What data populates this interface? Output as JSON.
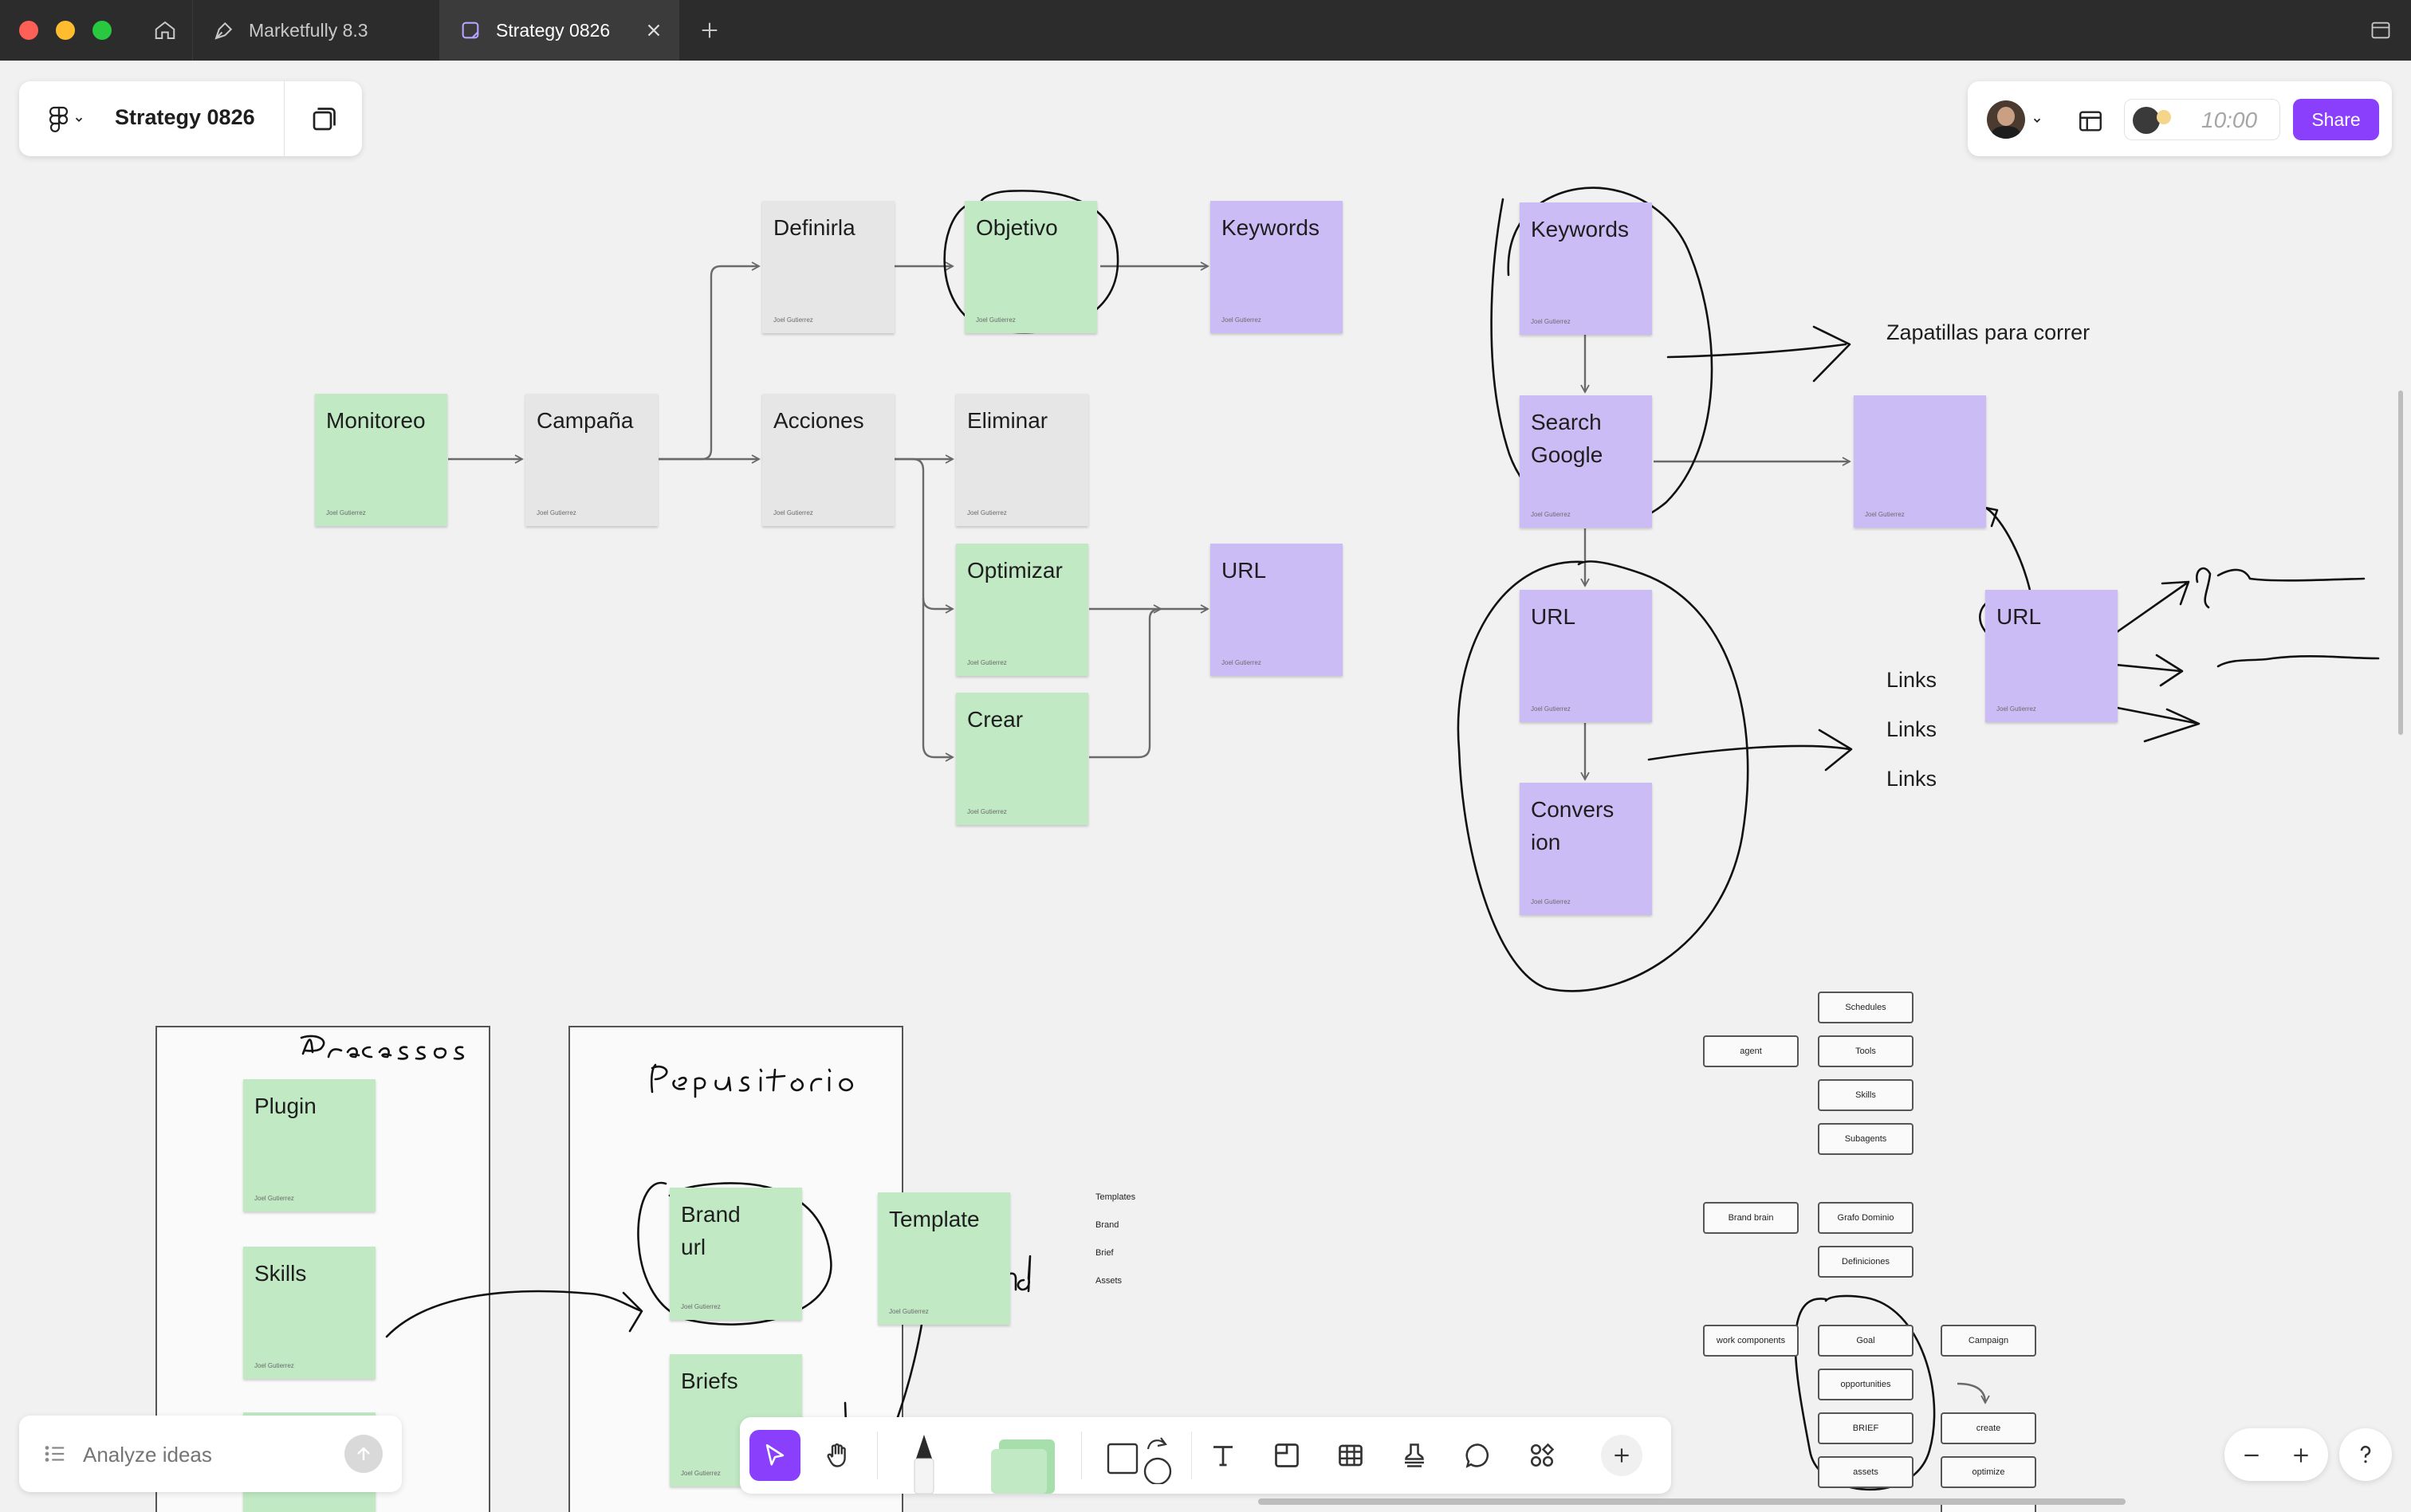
{
  "titlebar": {
    "tabs": [
      {
        "label": "Marketfully 8.3"
      },
      {
        "label": "Strategy 0826"
      }
    ]
  },
  "file": {
    "name": "Strategy 0826"
  },
  "header": {
    "timer": "10:00",
    "share_label": "Share"
  },
  "ai_input": {
    "placeholder": "Analyze ideas"
  },
  "author": "Joel Gutierrez",
  "notes": {
    "monitoreo": "Monitoreo",
    "campana": "Campaña",
    "definirla": "Definirla",
    "objetivo": "Objetivo",
    "keywords_a": "Keywords",
    "acciones": "Acciones",
    "eliminar": "Eliminar",
    "optimizar": "Optimizar",
    "crear": "Crear",
    "url_a": "URL",
    "keywords_b": "Keywords",
    "search_google": "Search Google",
    "url_b": "URL",
    "conversion": "Convers ion",
    "url_c": "URL",
    "plugin": "Plugin",
    "skills": "Skills",
    "brand_url": "Brand url",
    "briefs": "Briefs",
    "template": "Template"
  },
  "labels": {
    "zapatillas": "Zapatillas para correr",
    "links": [
      "Links",
      "Links",
      "Links"
    ],
    "list": [
      "Templates",
      "Brand",
      "Brief",
      "Assets"
    ]
  },
  "boxes": {
    "schedules": "Schedules",
    "agent": "agent",
    "tools": "Tools",
    "skills": "Skills",
    "subagents": "Subagents",
    "brand_brain": "Brand brain",
    "grafo": "Grafo Dominio",
    "definiciones": "Definiciones",
    "work_components": "work components",
    "goal": "Goal",
    "campaign": "Campaign",
    "opportunities": "opportunities",
    "brief": "BRIEF",
    "create": "create",
    "assets": "assets",
    "optimize": "optimize"
  },
  "colors": {
    "accent": "#8a3ffc",
    "note_green": "#c0e9c4",
    "note_grey": "#e6e6e6",
    "note_purple": "#ccbcf6"
  }
}
